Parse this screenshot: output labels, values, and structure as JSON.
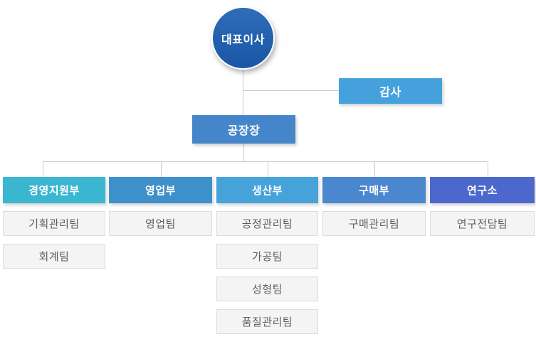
{
  "chart": {
    "ceo": {
      "label": "대표이사"
    },
    "auditor": {
      "label": "감사"
    },
    "plant_manager": {
      "label": "공장장"
    },
    "departments": [
      {
        "id": "management-support",
        "label": "경영지원부",
        "color": "#3ab6d1",
        "teams": [
          "기획관리팀",
          "회계팀"
        ]
      },
      {
        "id": "sales",
        "label": "영업부",
        "color": "#3e90ca",
        "teams": [
          "영업팀"
        ]
      },
      {
        "id": "production",
        "label": "생산부",
        "color": "#45a3da",
        "teams": [
          "공정관리팀",
          "가공팀",
          "성형팀",
          "품질관리팀"
        ]
      },
      {
        "id": "purchasing",
        "label": "구매부",
        "color": "#4b87ce",
        "teams": [
          "구매관리팀"
        ]
      },
      {
        "id": "research",
        "label": "연구소",
        "color": "#4c68cc",
        "teams": [
          "연구전담팀"
        ]
      }
    ],
    "connector_drop_x": [
      60,
      226,
      376,
      526,
      685
    ],
    "colors": {
      "ceo_gradient_top": "#2e6db7",
      "ceo_gradient_bottom": "#1a56a7",
      "auditor": "#45a1dc",
      "plant_manager": "#4586ca",
      "connector_line": "#c9c9c9",
      "team_background": "#f4f4f4",
      "team_border": "#dcdcdc",
      "team_text": "#5f5f5f"
    }
  }
}
